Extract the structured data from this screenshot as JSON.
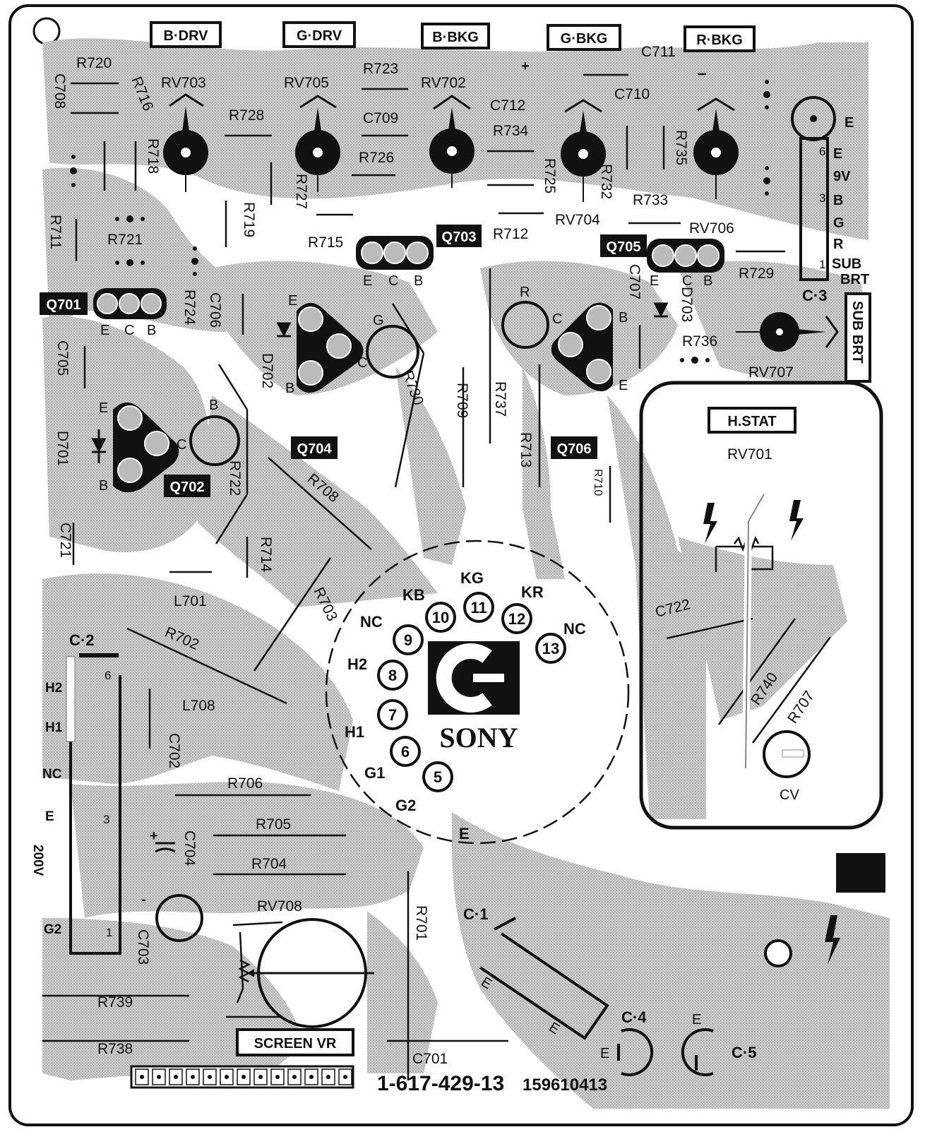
{
  "board": {
    "part_number": "1-617-429-13",
    "code": "159610413",
    "logo_letter": "C",
    "logo_text": "SONY"
  },
  "boxed_labels": {
    "b_drv": "B·DRV",
    "g_drv": "G·DRV",
    "b_bkg": "B·BKG",
    "g_bkg": "G·BKG",
    "r_bkg": "R·BKG",
    "h_stat": "H.STAT",
    "sub_brt": "SUB BRT",
    "screen_vr": "SCREEN VR"
  },
  "transistors": {
    "q701": "Q701",
    "q702": "Q702",
    "q703": "Q703",
    "q704": "Q704",
    "q705": "Q705",
    "q706": "Q706"
  },
  "resistors": {
    "r701": "R701",
    "r702": "R702",
    "r703": "R703",
    "r704": "R704",
    "r705": "R705",
    "r706": "R706",
    "r707": "R707",
    "r708": "R708",
    "r709": "R709",
    "r710": "R710",
    "r711": "R711",
    "r712": "R712",
    "r713": "R713",
    "r714": "R714",
    "r715": "R715",
    "r716": "R716",
    "r718": "R718",
    "r719": "R719",
    "r720": "R720",
    "r721": "R721",
    "r722": "R722",
    "r723": "R723",
    "r724": "R724",
    "r725": "R725",
    "r726": "R726",
    "r727": "R727",
    "r728": "R728",
    "r729": "R729",
    "r730": "R730",
    "r732": "R732",
    "r733": "R733",
    "r734": "R734",
    "r735": "R735",
    "r736": "R736",
    "r737": "R737",
    "r738": "R738",
    "r739": "R739",
    "r740": "R740"
  },
  "capacitors": {
    "c701": "C701",
    "c702": "C702",
    "c703": "C703",
    "c704": "C704",
    "c705": "C705",
    "c706": "C706",
    "c707": "C707",
    "c708": "C708",
    "c709": "C709",
    "c710": "C710",
    "c711": "C711",
    "c712": "C712",
    "c721": "C721",
    "c722": "C722"
  },
  "pots": {
    "rv701": "RV701",
    "rv702": "RV702",
    "rv703": "RV703",
    "rv704": "RV704",
    "rv705": "RV705",
    "rv706": "RV706",
    "rv707": "RV707",
    "rv708": "RV708"
  },
  "diodes": {
    "d701": "D701",
    "d702": "D702",
    "d703": "D703"
  },
  "inductors": {
    "l701": "L701",
    "l708": "L708"
  },
  "connectors": {
    "c1": "C·1",
    "c2": "C·2",
    "c3": "C·3",
    "c4": "C·4",
    "c5": "C·5",
    "cv": "CV"
  },
  "pin_letters": {
    "e": "E",
    "c": "C",
    "b": "B",
    "g": "G",
    "r": "R"
  },
  "c3_pins": {
    "e": "E",
    "n6": "6",
    "e6": "E",
    "v9": "9V",
    "n3": "3",
    "b3": "B",
    "g": "G",
    "r": "R",
    "n1": "1",
    "sub": "SUB",
    "brt": "BRT"
  },
  "c2_pins": {
    "h2": "H2",
    "h1": "H1",
    "nc": "NC",
    "e": "E",
    "v200": "200V",
    "g2": "G2",
    "n6": "6",
    "n3": "3",
    "n1": "1"
  },
  "socket": {
    "pins": [
      "5",
      "6",
      "7",
      "8",
      "9",
      "10",
      "11",
      "12",
      "13"
    ],
    "kb": "KB",
    "kg": "KG",
    "kr": "KR",
    "nc_left": "NC",
    "nc_right": "NC",
    "h2": "H2",
    "h1": "H1",
    "g1": "G1",
    "g2": "G2",
    "e": "E"
  },
  "polarity": {
    "plus": "+",
    "minus": "-"
  }
}
